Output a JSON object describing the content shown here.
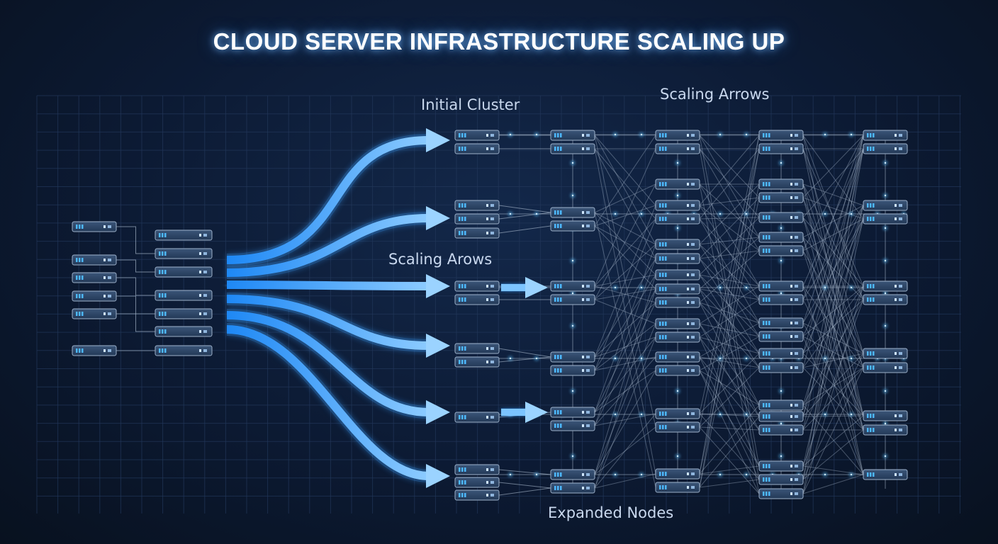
{
  "title": "CLOUD SERVER INFRASTRUCTURE SCALING UP",
  "labels": {
    "initial_cluster": "Initial Cluster",
    "scaling_arrows_top": "Scaling Arrows",
    "scaling_arrows_mid": "Scaling Arows",
    "expanded_nodes": "Expanded Nodes"
  },
  "colors": {
    "background": "#0c1a33",
    "grid": "#22375a",
    "arrow_light": "#7cc4ff",
    "arrow_dark": "#1e88f5",
    "server_fill": "#2e4566",
    "server_stroke": "#9fb3cc",
    "led": "#4db8ff",
    "link": "#b9c9dc"
  },
  "icons": [
    "server-rack-icon",
    "arrow-icon"
  ]
}
